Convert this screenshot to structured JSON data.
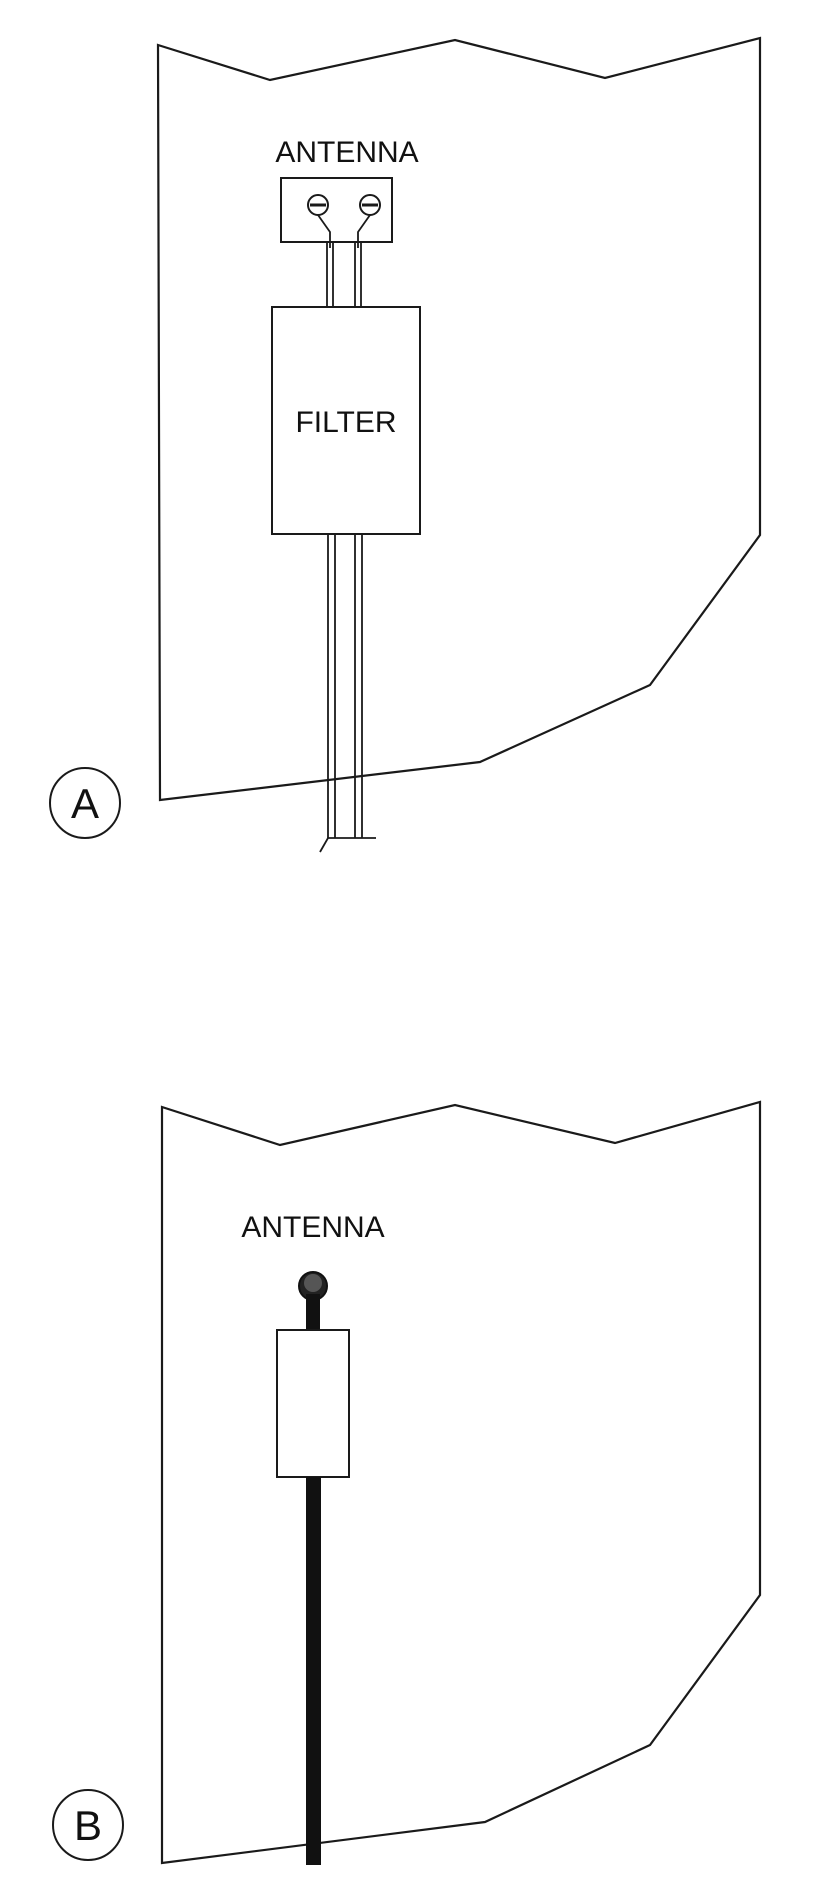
{
  "panel_a": {
    "label": "A",
    "terminal_label": "ANTENNA",
    "filter_label": "FILTER"
  },
  "panel_b": {
    "label": "B",
    "terminal_label": "ANTENNA"
  },
  "colors": {
    "line": "#1a1a1a",
    "background": "#ffffff",
    "coax": "#111111"
  }
}
